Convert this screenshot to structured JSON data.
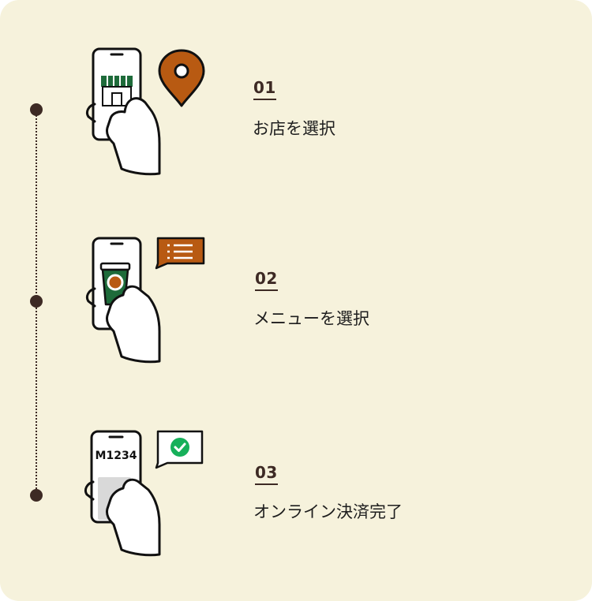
{
  "steps": [
    {
      "number": "01",
      "label": "お店を選択",
      "icon": "store-location-phone"
    },
    {
      "number": "02",
      "label": "メニューを選択",
      "icon": "menu-drink-phone"
    },
    {
      "number": "03",
      "label": "オンライン決済完了",
      "icon": "payment-complete-phone",
      "order_code": "M1234"
    }
  ],
  "colors": {
    "background": "#F6F2DC",
    "dark_brown": "#3D2A24",
    "accent_orange": "#B85A12",
    "green": "#1E6B3A",
    "check_green": "#16B05A"
  }
}
